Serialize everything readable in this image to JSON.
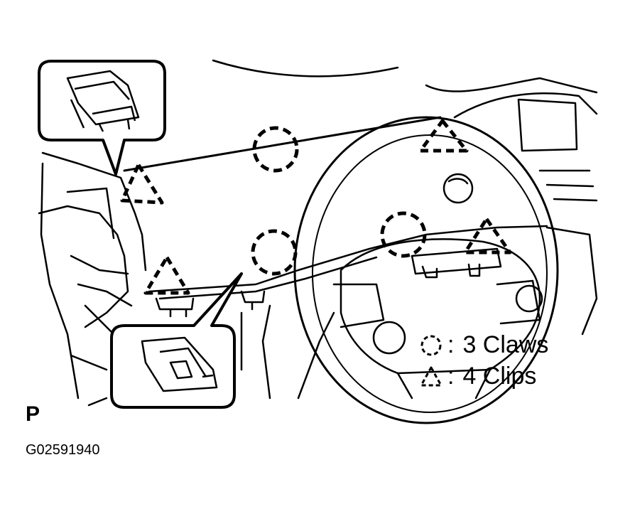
{
  "legend": {
    "claws": "3 Claws",
    "clips": "4 Clips"
  },
  "view_letter": "P",
  "figure_id": "G02591940",
  "icons": {
    "claw_marker": "dashed-circle-icon",
    "clip_marker": "dashed-triangle-icon"
  }
}
